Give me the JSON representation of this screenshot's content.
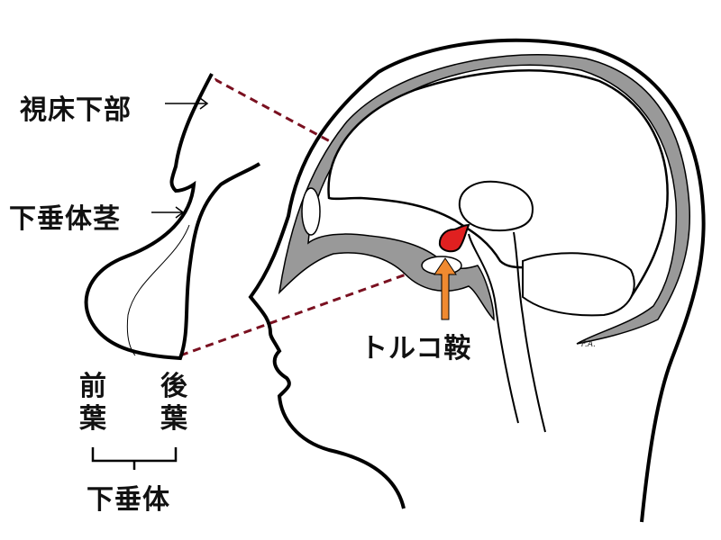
{
  "labels": {
    "hypothalamus": "視床下部",
    "pituitary_stalk": "下垂体茎",
    "anterior_lobe_1": "前",
    "anterior_lobe_2": "葉",
    "posterior_lobe_1": "後",
    "posterior_lobe_2": "葉",
    "pituitary_gland": "下垂体",
    "sella_turcica": "トルコ鞍"
  },
  "signature": "F.A.",
  "colors": {
    "outline": "#000000",
    "bone_gray": "#999999",
    "pituitary_red": "#e02020",
    "arrow_orange": "#f08a30",
    "dashed_line": "#7a1020"
  }
}
